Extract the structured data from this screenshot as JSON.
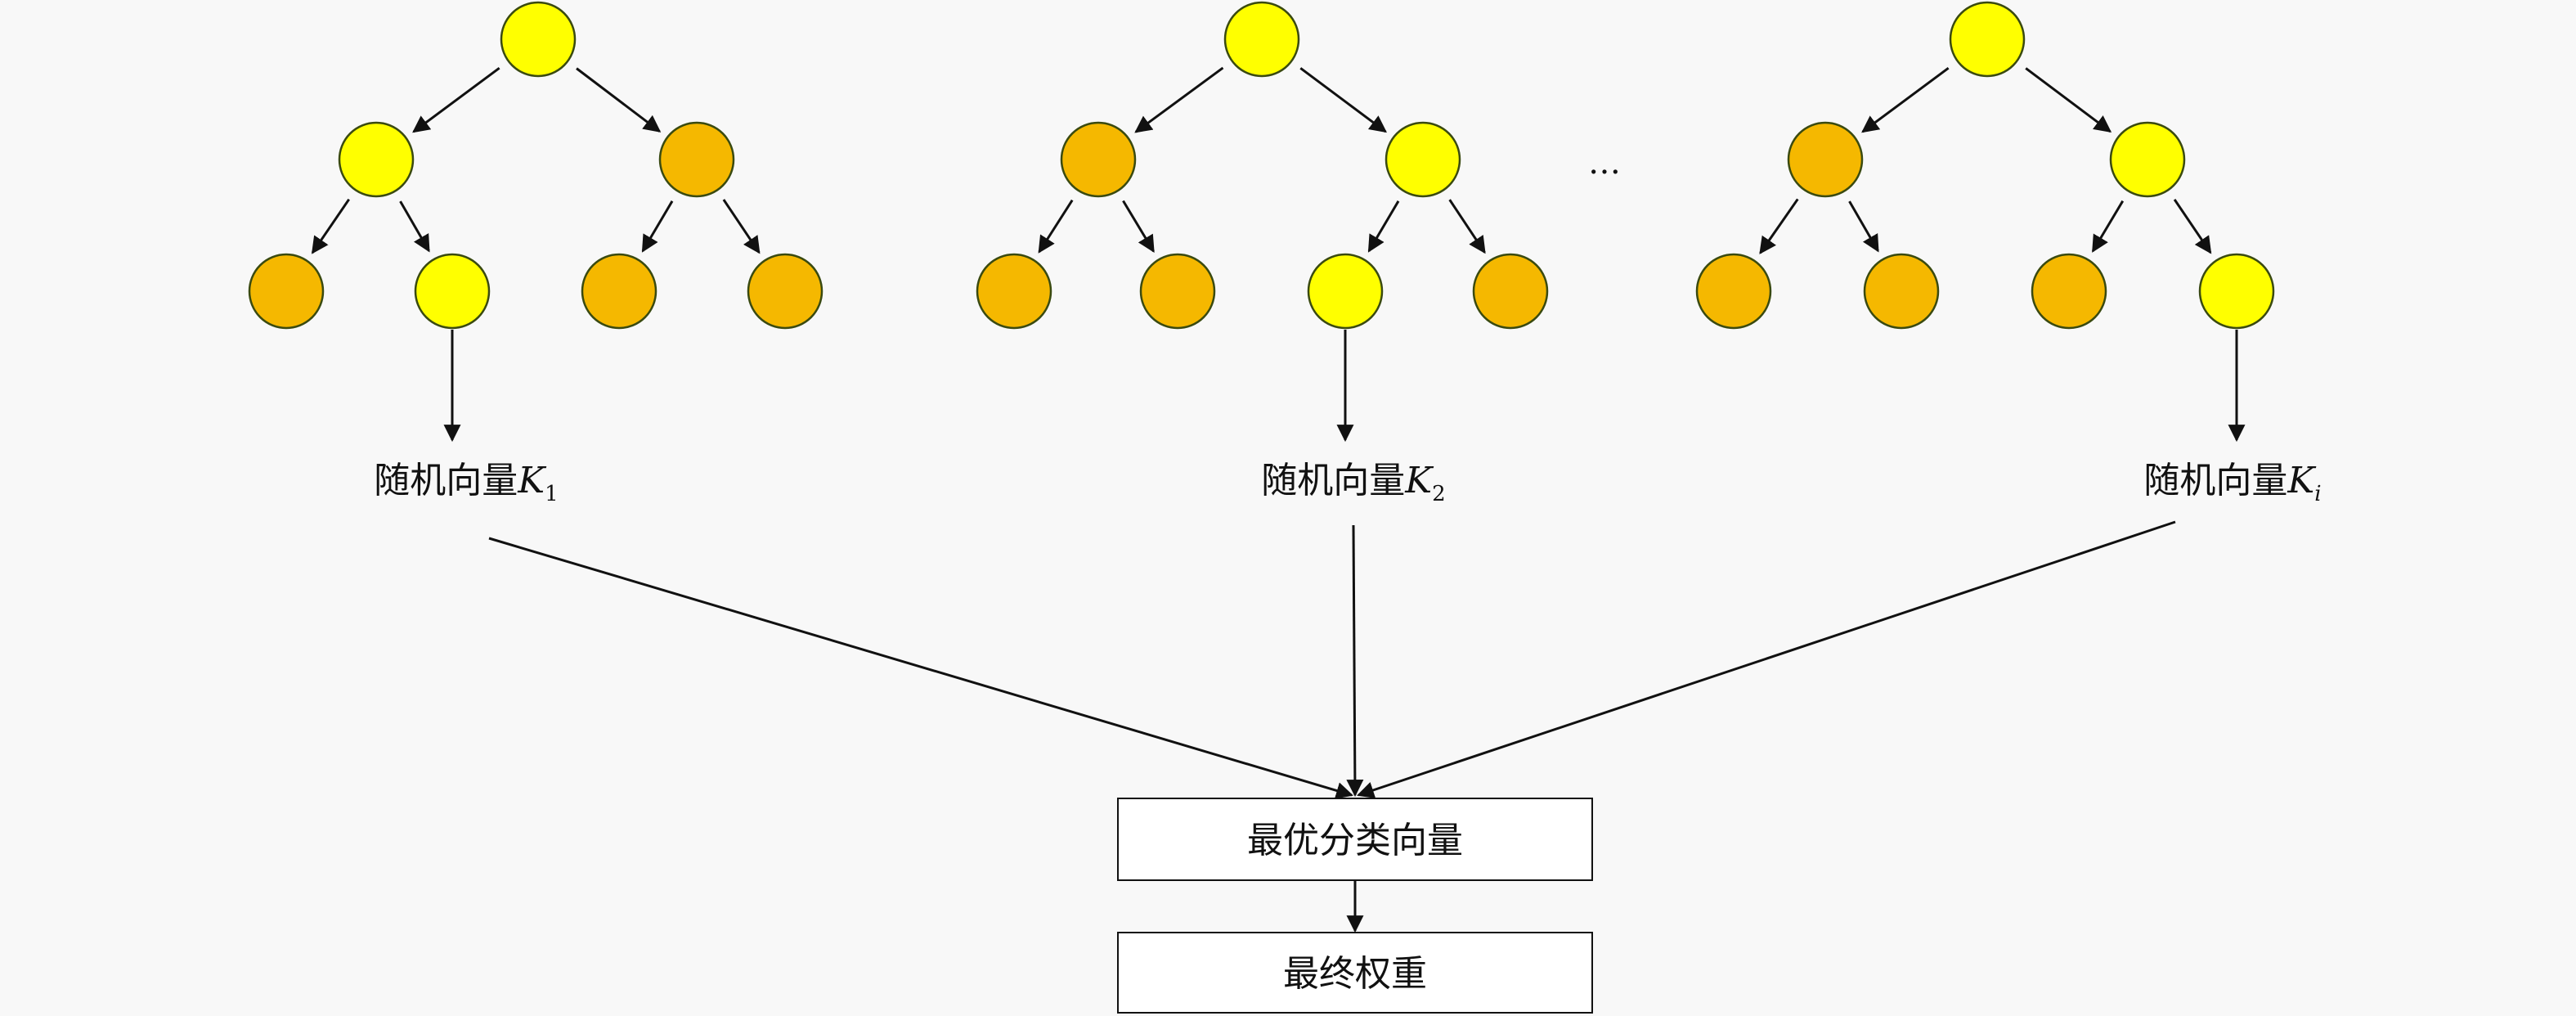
{
  "diagram": {
    "trees": [
      {
        "label_prefix": "随机向量",
        "label_symbol": "K",
        "label_subscript": "1",
        "root": "yellow",
        "level2": [
          "yellow",
          "orange"
        ],
        "level3": [
          "orange",
          "yellow",
          "orange",
          "orange"
        ],
        "selected_leaf": 1
      },
      {
        "label_prefix": "随机向量",
        "label_symbol": "K",
        "label_subscript": "2",
        "root": "yellow",
        "level2": [
          "orange",
          "yellow"
        ],
        "level3": [
          "orange",
          "orange",
          "yellow",
          "orange"
        ],
        "selected_leaf": 2
      },
      {
        "label_prefix": "随机向量",
        "label_symbol": "K",
        "label_subscript": "i",
        "root": "yellow",
        "level2": [
          "orange",
          "yellow"
        ],
        "level3": [
          "orange",
          "orange",
          "orange",
          "yellow"
        ],
        "selected_leaf": 3
      }
    ],
    "ellipsis": "…",
    "best_box": "最优分类向量",
    "final_box": "最终权重"
  },
  "colors": {
    "yellow": "#ffff00",
    "orange": "#f5b800",
    "node_stroke": "#3a4a10",
    "line": "#111111",
    "box_fill": "#ffffff",
    "background": "#f8f8f8"
  }
}
